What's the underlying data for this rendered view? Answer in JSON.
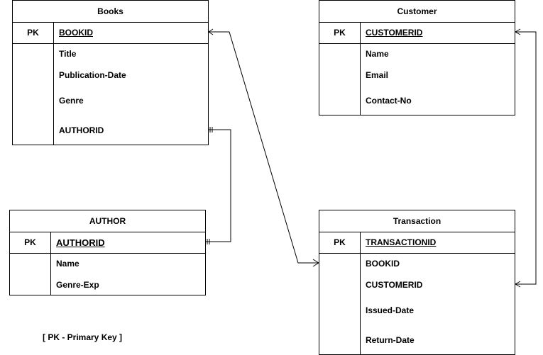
{
  "books": {
    "title": "Books",
    "pk_label": "PK",
    "pk_field": "BOOKID",
    "attributes": [
      "Title",
      "Publication-Date",
      "Genre",
      "AUTHORID"
    ]
  },
  "customer": {
    "title": "Customer",
    "pk_label": "PK",
    "pk_field": "CUSTOMERID",
    "attributes": [
      "Name",
      "Email",
      "Contact-No"
    ]
  },
  "author": {
    "title": "AUTHOR",
    "pk_label": "PK",
    "pk_field": "AUTHORID",
    "attributes": [
      "Name",
      "Genre-Exp"
    ]
  },
  "transaction": {
    "title": "Transaction",
    "pk_label": "PK",
    "pk_field": "TRANSACTIONID",
    "attributes": [
      "BOOKID",
      "CUSTOMERID",
      "Issued-Date",
      "Return-Date"
    ]
  },
  "legend": "[ PK - Primary Key ]"
}
